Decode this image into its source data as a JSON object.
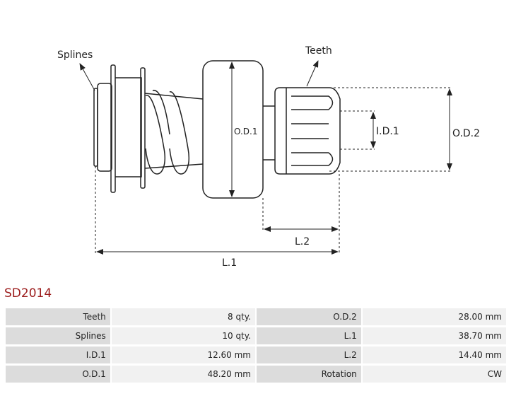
{
  "diagram": {
    "labels": {
      "splines": "Splines",
      "teeth": "Teeth",
      "od1": "O.D.1",
      "od2": "O.D.2",
      "id1": "I.D.1",
      "l1": "L.1",
      "l2": "L.2"
    },
    "colors": {
      "line": "#222222",
      "dim_line": "#222222",
      "title": "#9b1b1b",
      "label_cell": "#dcdcdc",
      "value_cell": "#f1f1f1"
    }
  },
  "part": {
    "number": "SD2014"
  },
  "specs": {
    "rows": [
      {
        "label1": "Teeth",
        "value1": "8 qty.",
        "label2": "O.D.2",
        "value2": "28.00 mm"
      },
      {
        "label1": "Splines",
        "value1": "10 qty.",
        "label2": "L.1",
        "value2": "38.70 mm"
      },
      {
        "label1": "I.D.1",
        "value1": "12.60 mm",
        "label2": "L.2",
        "value2": "14.40 mm"
      },
      {
        "label1": "O.D.1",
        "value1": "48.20 mm",
        "label2": "Rotation",
        "value2": "CW"
      }
    ]
  }
}
